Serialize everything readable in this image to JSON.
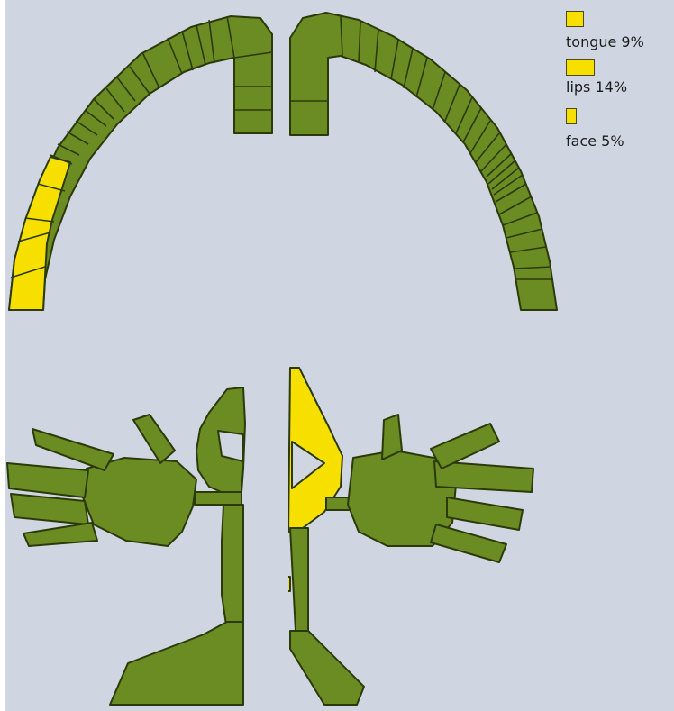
{
  "colors": {
    "background": "#cfd6e2",
    "inactive_region": "#6b8c23",
    "active_region": "#f7df00",
    "outline": "#2c3a0a"
  },
  "legend": [
    {
      "label": "tongue 9%",
      "value": 9
    },
    {
      "label": "lips 14%",
      "value": 14
    },
    {
      "label": "face 5%",
      "value": 5
    }
  ],
  "panels": {
    "top": "homunculus-arc",
    "bottom": "homunculus-body"
  }
}
